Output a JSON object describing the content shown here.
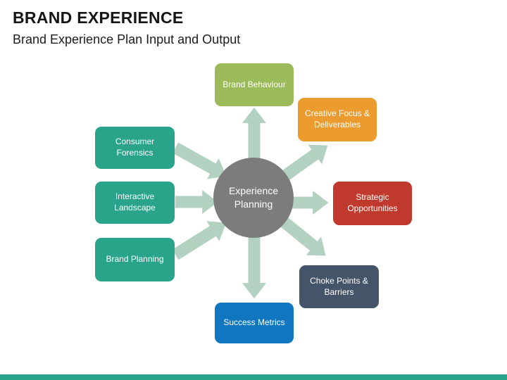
{
  "slide": {
    "title": "BRAND EXPERIENCE",
    "subtitle": "Brand Experience Plan Input and Output"
  },
  "diagram": {
    "center": {
      "label": "Experience Planning",
      "color": "#7C7C7C"
    },
    "arrow_color": "#B2D1C1",
    "nodes": [
      {
        "id": "brand-behaviour",
        "label": "Brand Behaviour",
        "color": "#9BBA59",
        "role": "output"
      },
      {
        "id": "creative-focus",
        "label": "Creative Focus & Deliverables",
        "color": "#EC9C2F",
        "role": "output"
      },
      {
        "id": "consumer-forensics",
        "label": "Consumer Forensics",
        "color": "#29A38A",
        "role": "input"
      },
      {
        "id": "interactive-landscape",
        "label": "Interactive Landscape",
        "color": "#29A38A",
        "role": "input"
      },
      {
        "id": "strategic-opportunities",
        "label": "Strategic Opportunities",
        "color": "#BF392C",
        "role": "output"
      },
      {
        "id": "brand-planning",
        "label": "Brand Planning",
        "color": "#29A38A",
        "role": "input"
      },
      {
        "id": "choke-points",
        "label": "Choke Points & Barriers",
        "color": "#44556A",
        "role": "output"
      },
      {
        "id": "success-metrics",
        "label": "Success Metrics",
        "color": "#1076BF",
        "role": "output"
      }
    ]
  },
  "footer": {
    "bar_color": "#29A38A"
  }
}
